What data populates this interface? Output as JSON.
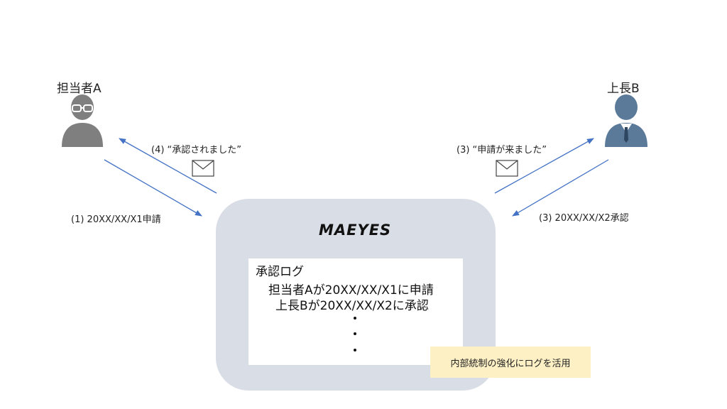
{
  "actors": {
    "person_a": "担当者A",
    "person_b": "上長B"
  },
  "steps": {
    "step1": "(1) 20XX/XX/X1申請",
    "step3_notify": "(3) “申請が来ました”",
    "step3_approve": "(3) 20XX/XX/X2承認",
    "step4": "(4) “承認されました”"
  },
  "server": {
    "logo_text": "MAEYES",
    "log": {
      "title": "承認ログ",
      "entries": [
        "担当者Aが20XX/XX/X1に申請",
        "上長Bが20XX/XX/X2に承認"
      ]
    }
  },
  "callout": "内部統制の強化にログを活用",
  "icons": {
    "person_a": "person-with-glasses-icon",
    "person_b": "businessman-icon",
    "mail": "envelope-icon"
  },
  "colors": {
    "arrow": "#4472c4",
    "server_box": "#d9dde5",
    "callout_bg": "#fdf0c5",
    "person_a": "#7f7f7f",
    "person_b": "#5b7a9a"
  }
}
